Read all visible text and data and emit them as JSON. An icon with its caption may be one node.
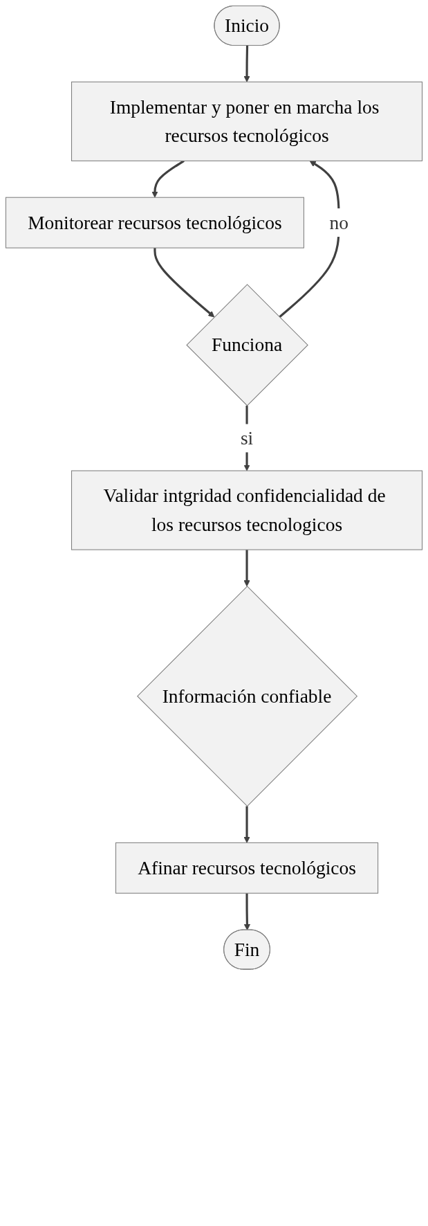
{
  "diagram": {
    "nodes": [
      {
        "text": [
          "Inicio"
        ]
      },
      {
        "text": [
          "Implementar y poner en marcha los recursos tecnológicos"
        ]
      },
      {
        "text": [
          "Monitorear recursos tecnológicos"
        ]
      },
      {
        "text": [
          "Funciona"
        ]
      },
      {
        "text": [
          "Validar intgridad confidencialidad de los recursos tecnologicos"
        ]
      },
      {
        "text": [
          "Información confiable"
        ]
      },
      {
        "text": [
          "Afinar recursos tecnológicos"
        ]
      },
      {
        "text": [
          "Fin"
        ]
      }
    ],
    "edges": [
      {
        "from": 0,
        "to": 1,
        "arrow": "to"
      },
      {
        "from": 1,
        "to": 2,
        "arrow": "to"
      },
      {
        "from": 2,
        "to": 3,
        "arrow": "to"
      },
      {
        "from": 3,
        "to": 1,
        "label": "no",
        "arrow": "to"
      },
      {
        "from": 3,
        "to": 4,
        "label": "si",
        "arrow": "to"
      },
      {
        "from": 4,
        "to": 5,
        "arrow": "to"
      },
      {
        "from": 5,
        "to": 6,
        "arrow": "to"
      },
      {
        "from": 6,
        "to": 7,
        "arrow": "to"
      }
    ]
  }
}
